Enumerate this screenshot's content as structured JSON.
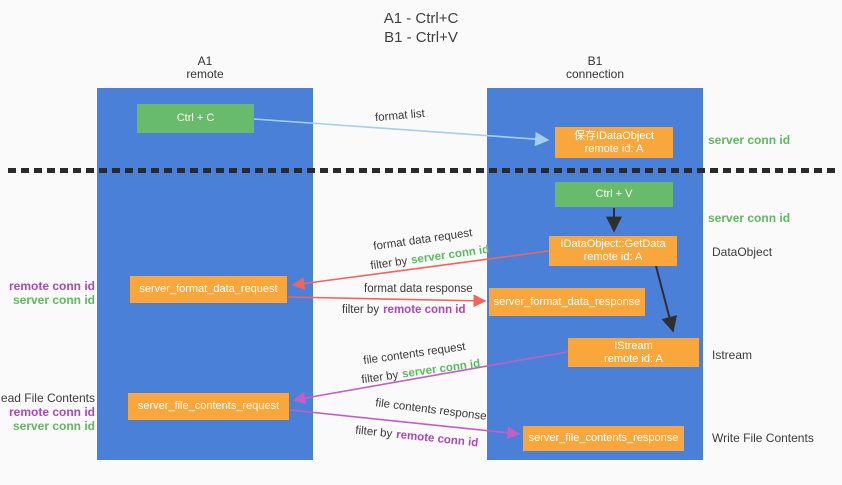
{
  "title": {
    "line1": "A1 - Ctrl+C",
    "line2": "B1 - Ctrl+V"
  },
  "lanes": {
    "left": {
      "title": "A1",
      "subtitle": "remote"
    },
    "right": {
      "title": "B1",
      "subtitle": "connection"
    }
  },
  "nodes": {
    "ctrl_c": {
      "label": "Ctrl + C"
    },
    "save_idataobject": {
      "line1": "保存IDataObject",
      "line2": "remote id: A"
    },
    "ctrl_v": {
      "label": "Ctrl + V"
    },
    "getdata": {
      "line1": "IDataObject::GetData",
      "line2": "remote id: A"
    },
    "format_request": {
      "label": "server_format_data_request"
    },
    "format_response": {
      "label": "server_format_data_response"
    },
    "istream": {
      "line1": "IStream",
      "line2": "remote id: A"
    },
    "file_request": {
      "label": "server_file_contents_request"
    },
    "file_response": {
      "label": "server_file_contents_response"
    }
  },
  "flow": {
    "format_list": "format list",
    "format_data_request": "format data request",
    "format_data_response": "format data response",
    "file_contents_request": "file contents request",
    "file_contents_response": "file contents response",
    "filter_by": "filter by",
    "server_conn_id": "server conn id",
    "remote_conn_id": "remote conn id"
  },
  "right_labels": {
    "server_conn_id_top": "server conn id",
    "server_conn_id_mid": "server conn id",
    "dataobject": "DataObject",
    "istream": "Istream",
    "write_file_contents": "Write File Contents"
  },
  "left_labels": {
    "remote_conn_id_top": "remote conn id",
    "server_conn_id_top": "server conn id",
    "read_file_contents": "Read File Contents",
    "remote_conn_id_bottom": "remote conn id",
    "server_conn_id_bottom": "server conn id"
  },
  "colors": {
    "lane_blue": "#4a80d8",
    "node_orange": "#f9a73c",
    "node_green": "#67bb6a",
    "arrow_light_blue": "#a5cfec",
    "arrow_red": "#f0655c",
    "arrow_magenta": "#c45ec4",
    "arrow_black": "#2f2f2f",
    "text_green": "#5eb95f",
    "text_purple": "#ab47bc",
    "background": "#fafafa"
  }
}
